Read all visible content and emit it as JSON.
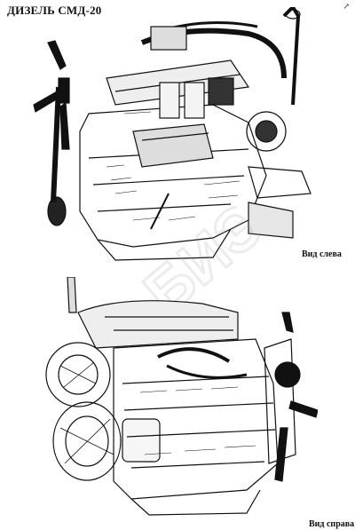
{
  "title": "ДИЗЕЛЬ СМД-20",
  "corner_mark": "↗",
  "captions": {
    "left_view": "Вид слева",
    "right_view": "Вид справа"
  },
  "illustrations": [
    {
      "name": "engine-left-view-drawing",
      "icon": "engine-line-drawing"
    },
    {
      "name": "engine-right-view-drawing",
      "icon": "engine-line-drawing"
    }
  ],
  "colors": {
    "ink": "#111111",
    "paper": "#ffffff",
    "watermark": "#9a9a9a"
  }
}
